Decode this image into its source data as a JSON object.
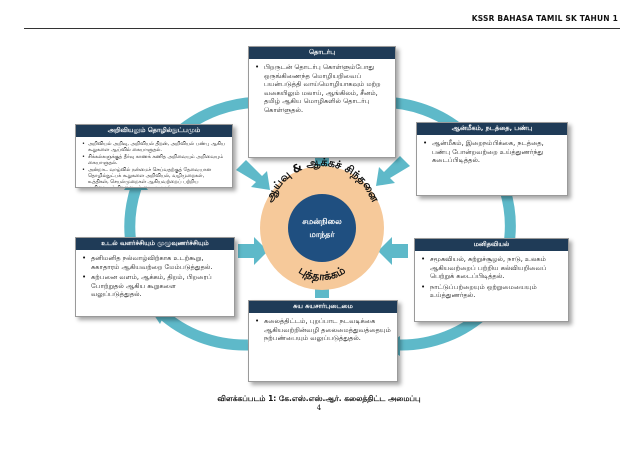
{
  "header": {
    "title": "KSSR BAHASA TAMIL SK TAHUN 1"
  },
  "colors": {
    "arrow": "#5eb9c9",
    "box_header": "#1f3b57",
    "center_outer": "#f6c99a",
    "center_inner": "#1f4f80",
    "ring_text": "#111111"
  },
  "center": {
    "line1": "சமன்நிலை",
    "line2": "மாந்தர்",
    "arc_top": "ஆய்வு & ஆக்கச் சிந்தனை",
    "arc_bottom": "புத்தாக்கம்"
  },
  "boxes": {
    "top": {
      "title": "தொடர்பு",
      "items": [
        "பிறருடன் தொடர்பு கொள்ளும்போது ஒருங்கிணைந்த மொழியறிவைப் பயன்படுத்தி வாய்மொழியாகவும் மற்ற வகையிலும் மலாய், ஆங்கிலம், சீனம், தமிழ் ஆகிய மொழிகளில் தொடர்பு கொள்ளுதல்."
      ]
    },
    "top_left": {
      "title": "அறிவியலும் தொழில்நுட்பமும்",
      "items": [
        "அறிவியல் அறிவு, அறிவியல் திறன், அறிவியல் பண்பு ஆகிய கூறுகளை ஆய்வில் கையாளுதல்.",
        "சிக்கல்களுக்குத் தீர்வு காணக் கணித அறிவையும் அறிவையும் கையாளுதல்.",
        "அன்றாட வாழ்வில் நன்மைச் செய்வதற்குத் தேவையான தொழில்நுட்பக் கூறுகளை அறிவியல், வழிமுறைகள், உத்திகள், செயல்முறைகள் ஆகியவற்றைப் பற்றிய அறிவையும் திறனையும் கையாளுதல்."
      ]
    },
    "top_right": {
      "title": "ஆன்மீகம், நடத்தை, பண்பு",
      "items": [
        "ஆன்மீகம், இறைநம்பிக்கை, நடத்தை, பண்பு போன்றவற்றை உய்த்துணர்ந்து கடைப்பிடித்தல்."
      ]
    },
    "mid_left": {
      "title": "உடல் வளர்ச்சியும் முழுவுணர்ச்சியும்",
      "items": [
        "தனிமனித நல்வாழ்விற்காக உடற்கூறு, சுகாதாரம் ஆகியவற்றை மேம்படுத்துதல்.",
        "கற்பனை வளம், ஆக்கம், திறம், பிறரைப் போற்றுதல் ஆகிய கூறுகளை வலுப்படுத்துதல்."
      ]
    },
    "mid_right": {
      "title": "மனிதவியல்",
      "items": [
        "சமூகவியல், சுற்றுச்சூழல், நாடு, உலகம் ஆகியவற்றைப் பற்றிய கல்வியறிவைப் பெற்றுக் கடைப்பிடித்தல்.",
        "நாட்டுப்பற்றையும் ஒற்றுமையையும் உய்த்துணர்தல்."
      ]
    },
    "bottom": {
      "title": "சுய சுயசார்புடைமை",
      "items": [
        "கலைத்திட்டம், புறப்பாட நடவடிக்கை ஆகியவற்றின்வழி தலைமைத்துவத்தையும் நற்பண்பையும் வலுப்படுத்துதல்."
      ]
    }
  },
  "caption": "விளக்கப்படம் 1:   கே.எஸ்.எஸ்.ஆர். கலைத்திட்ட அமைப்பு",
  "page_number": "4"
}
